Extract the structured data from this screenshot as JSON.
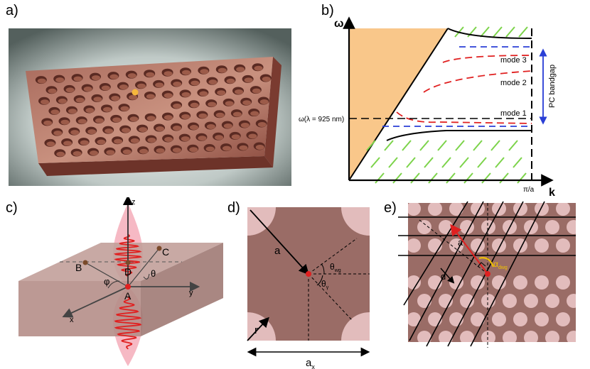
{
  "panels": {
    "a": {
      "label": "a)"
    },
    "b": {
      "label": "b)",
      "y_axis": "ω",
      "x_axis": "k",
      "x_tick": "π/a",
      "freq_label": "ω(λ = 925 nm)",
      "modes": [
        "mode 3",
        "mode 2",
        "mode 1"
      ],
      "bandgap_label": "PC bandgap"
    },
    "c": {
      "label": "c)",
      "axes": {
        "z": "z",
        "y": "y",
        "x": "x"
      },
      "points": {
        "A": "A",
        "B": "B",
        "C": "C",
        "D": "D"
      },
      "angles": {
        "phi": "φ",
        "theta": "θ"
      }
    },
    "d": {
      "label": "d)",
      "a": "a",
      "r": "r",
      "ax": "a",
      "ax_sub": "x",
      "theta_wg": "θ",
      "theta_wg_sub": "wg",
      "theta_gamma": "θ",
      "theta_gamma_sub": "γ"
    },
    "e": {
      "label": "e)",
      "a": "a",
      "d": "d",
      "alpha": "α",
      "alpha_sub": "dwg"
    }
  },
  "colors": {
    "slab": "#8a4a3e",
    "hole": "#d9a9a9",
    "cone": "#f9c78a",
    "mode": "#e02020",
    "bandgap": "#2a3fd6",
    "hatch": "#7cd34a",
    "crystal_bg": "#9a6c66",
    "crystal_hole": "#e2bcbc"
  }
}
